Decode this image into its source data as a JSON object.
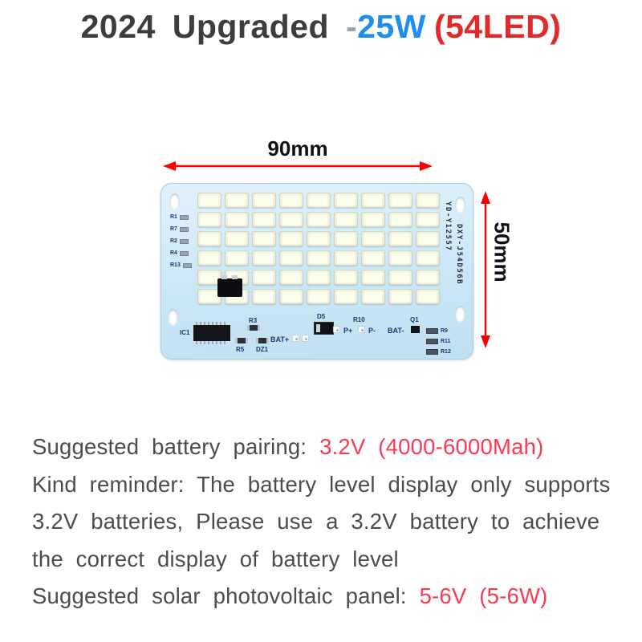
{
  "title": {
    "prefix": "2024 Upgraded ",
    "dash": "-",
    "power": "25W",
    "led_count": "(54LED)"
  },
  "dimensions": {
    "width": "90mm",
    "height": "50mm"
  },
  "board": {
    "led_cols": 9,
    "led_rows": 6,
    "left_labels": [
      "R1",
      "R7",
      "R2",
      "R4",
      "R13"
    ],
    "right_labels": [
      "R9",
      "R11",
      "R12"
    ],
    "silkscreen": {
      "ic1": "IC1",
      "r3": "R3",
      "r5": "R5",
      "dz1": "DZ1",
      "bat_plus": "BAT+",
      "d5": "D5",
      "r10": "R10",
      "p_plus": "P+",
      "p_minus": "P-",
      "bat_minus": "BAT-",
      "q1": "Q1"
    },
    "side_text_top": "YD-Y12557",
    "side_text_bottom": "DXY-J54D56B"
  },
  "notes": {
    "battery_prefix": "Suggested battery pairing: ",
    "battery_highlight": "3.2V (4000-6000Mah)",
    "reminder_line1": "Kind reminder: The battery level display only supports",
    "reminder_line2": "3.2V batteries, Please use a 3.2V battery to achieve",
    "reminder_line3": "the correct display of battery level",
    "solar_prefix": "Suggested solar photovoltaic panel: ",
    "solar_highlight": "5-6V (5-6W)"
  },
  "colors": {
    "title_text": "#3d3d3d",
    "power_blue": "#1f8fed",
    "count_red": "#e32a2a",
    "dimension_red": "#fe0000",
    "pcb_blue": "#c9e6f6",
    "note_gray": "#4c4c4c",
    "note_red": "#fb3b52"
  }
}
